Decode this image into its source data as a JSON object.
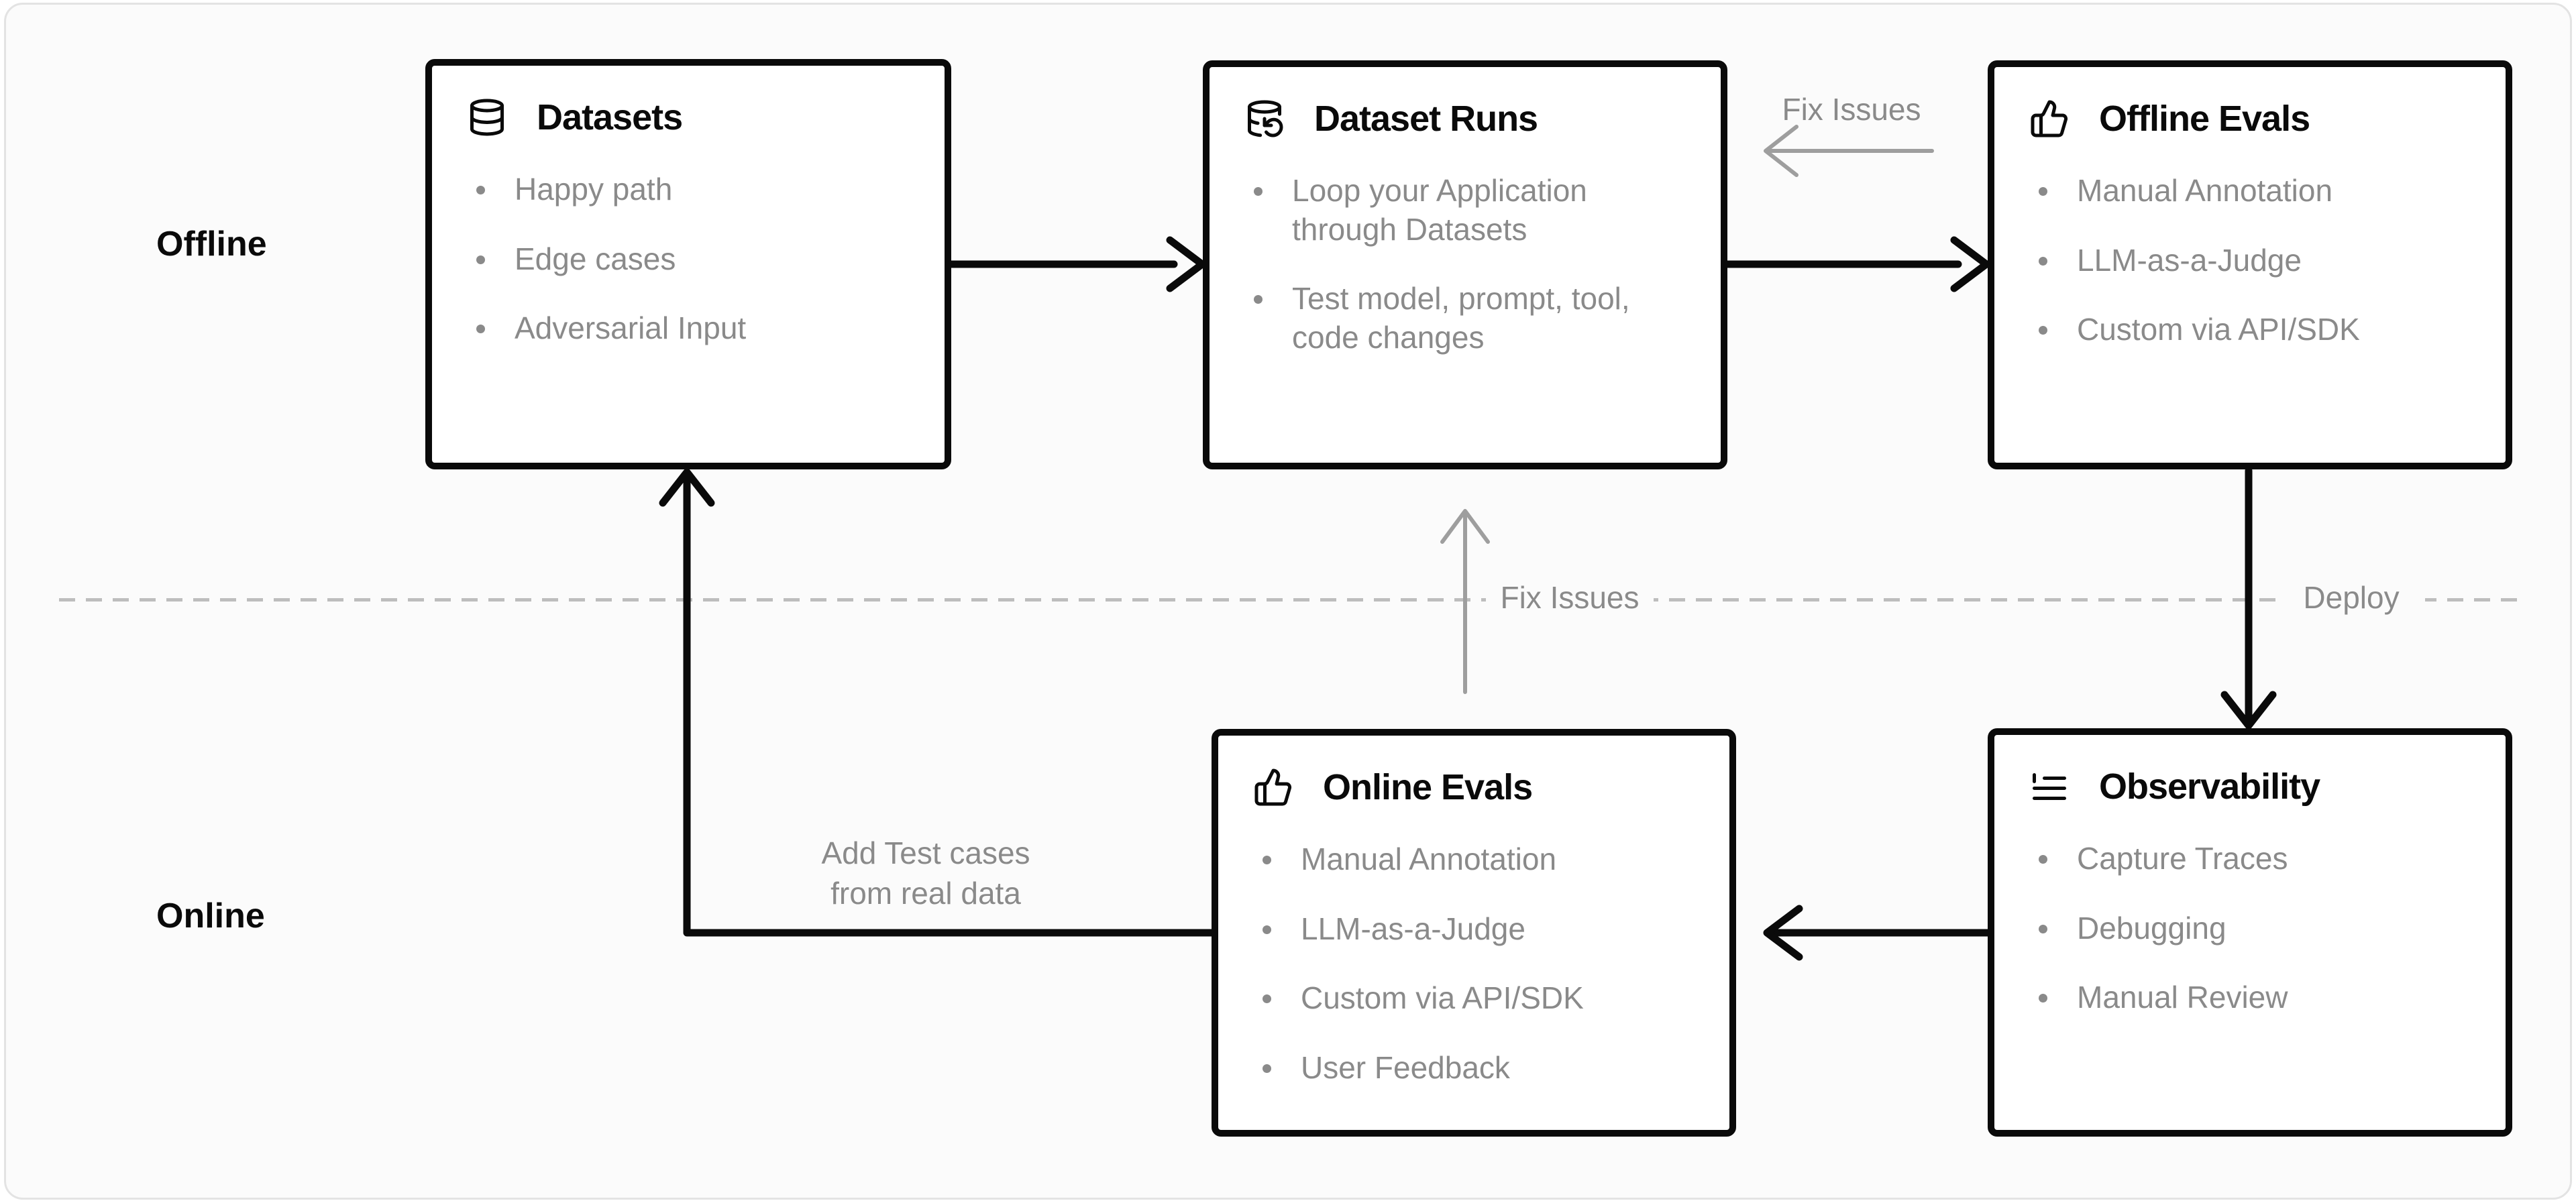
{
  "labels": {
    "offline_section": "Offline",
    "online_section": "Online",
    "fix_issues_top": "Fix Issues",
    "fix_issues_mid": "Fix Issues",
    "deploy": "Deploy",
    "add_test_cases_line1": "Add Test cases",
    "add_test_cases_line2": "from real data"
  },
  "boxes": [
    {
      "id": "datasets",
      "icon": "database-icon",
      "title": "Datasets",
      "items": [
        "Happy path",
        "Edge cases",
        "Adversarial Input"
      ]
    },
    {
      "id": "dataset-runs",
      "icon": "database-rerun-icon",
      "title": "Dataset Runs",
      "items": [
        "Loop your Application through Datasets",
        "Test model, prompt, tool, code changes"
      ]
    },
    {
      "id": "offline-evals",
      "icon": "thumbs-up-icon",
      "title": "Offline Evals",
      "items": [
        "Manual Annotation",
        "LLM-as-a-Judge",
        "Custom via API/SDK"
      ]
    },
    {
      "id": "online-evals",
      "icon": "thumbs-up-icon",
      "title": "Online Evals",
      "items": [
        "Manual Annotation",
        "LLM-as-a-Judge",
        "Custom via API/SDK",
        "User Feedback"
      ]
    },
    {
      "id": "observability",
      "icon": "logs-icon",
      "title": "Observability",
      "items": [
        "Capture Traces",
        "Debugging",
        "Manual Review"
      ]
    }
  ],
  "colors": {
    "background": "#ffffff",
    "card_background": "#fbfbfb",
    "card_border": "#e3e3e3",
    "box_background": "#ffffff",
    "box_border": "#0a0a0a",
    "title_text": "#0a0a0a",
    "muted_text": "#8a8a8a",
    "arrow_black": "#0a0a0a",
    "arrow_gray": "#9e9e9e",
    "dashed_line": "#bdbdbd"
  }
}
